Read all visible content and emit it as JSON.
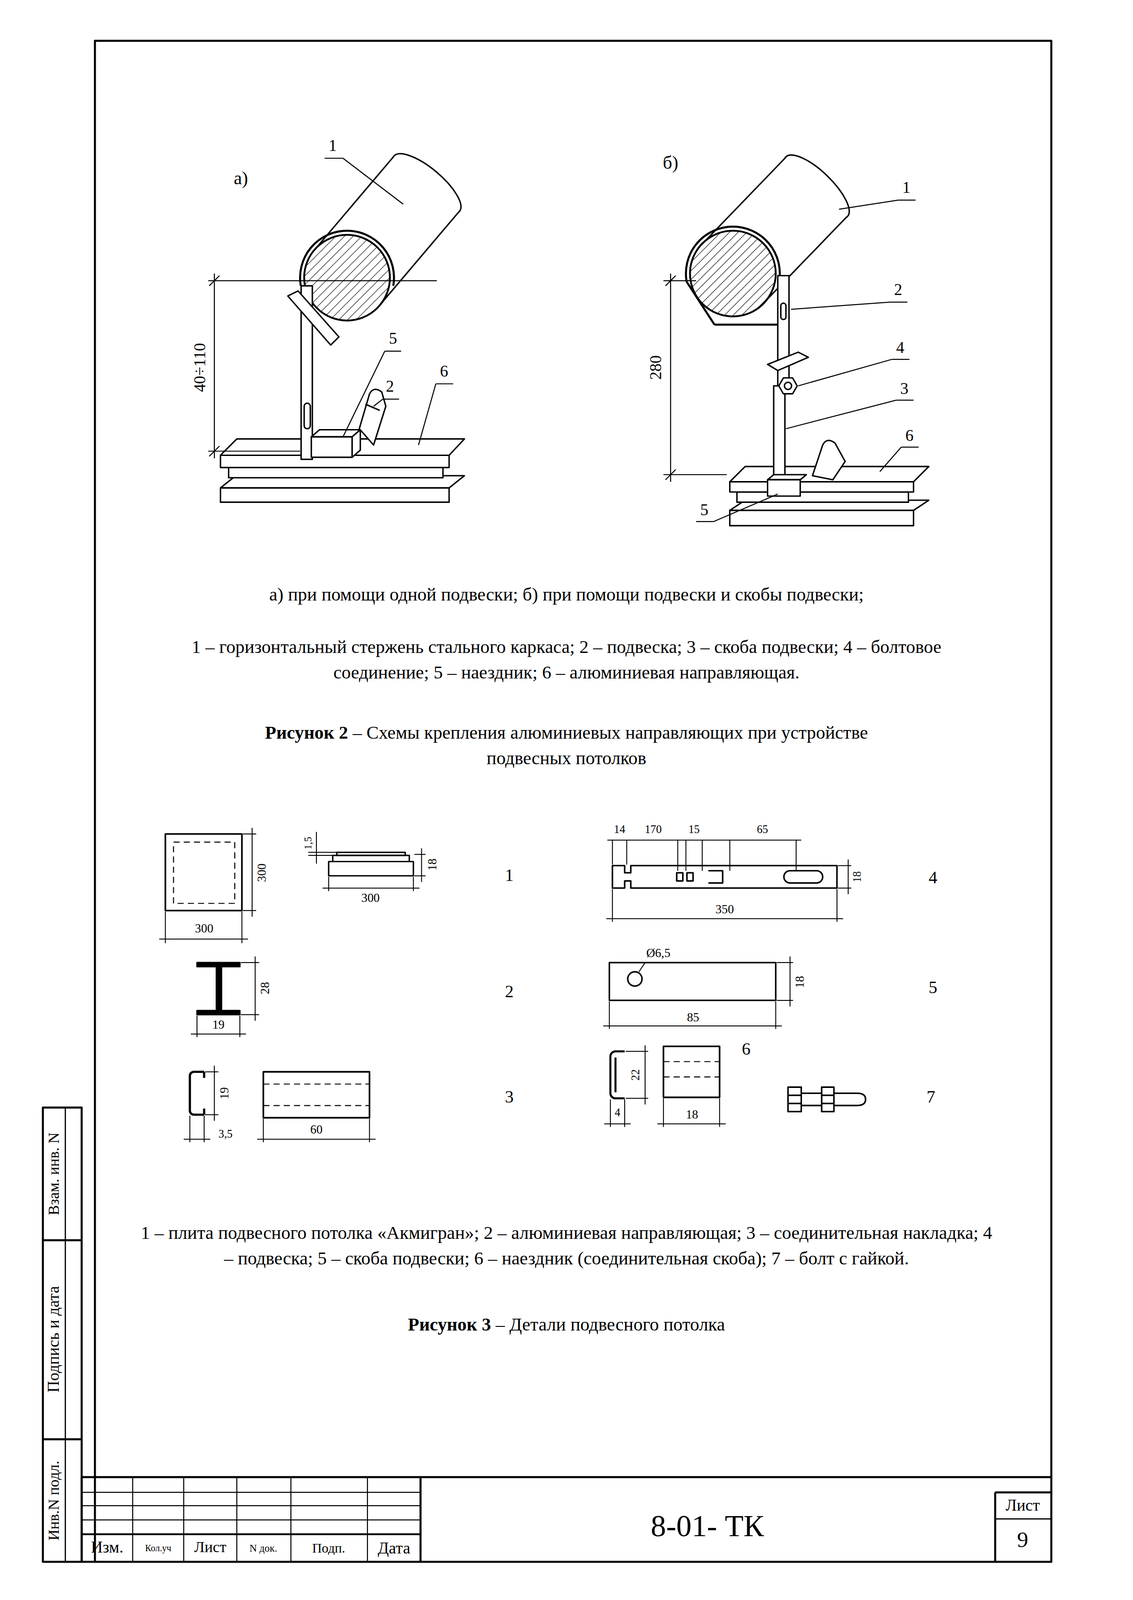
{
  "diagram": {
    "labels": [
      "а)",
      "1",
      "40÷110",
      "5",
      "2",
      "6",
      "б)",
      "1",
      "280",
      "2",
      "4",
      "3",
      "6",
      "5",
      "а) при помощи одной подвески; б) при помощи подвески и скобы подвески;",
      "1 – горизонтальный стержень стального каркаса; 2 – подвеска; 3 – скоба подвески; 4 – болтовое соединение; 5 – наездник; 6 – алюминиевая направляющая.",
      "Рисунок 2",
      "– Схемы крепления алюминиевых направляющих при устройстве подвесных потолков",
      "300",
      "300",
      "1,5",
      "18",
      "300",
      "1",
      "28",
      "19",
      "2",
      "19",
      "3,5",
      "60",
      "3",
      "14",
      "170",
      "15",
      "65",
      "18",
      "350",
      "4",
      "Ø6,5",
      "18",
      "85",
      "5",
      "22",
      "4",
      "6",
      "18",
      "7",
      "1 – плита подвесного потолка «Акмигран»; 2 – алюминиевая направляющая; 3 – соединительная накладка; 4 – подвеска; 5 – скоба подвески; 6 – наездник (соединительная скоба); 7 – болт с гайкой.",
      "Рисунок 3",
      "– Детали подвесного потолка",
      "Взам. инв. N",
      "Подпись и дата",
      "Инв.N подл.",
      "Изм.",
      "Кол.уч",
      "Лист",
      "N док.",
      "Подп.",
      "Дата",
      "8-01- ТК",
      "Лист",
      "9"
    ]
  }
}
